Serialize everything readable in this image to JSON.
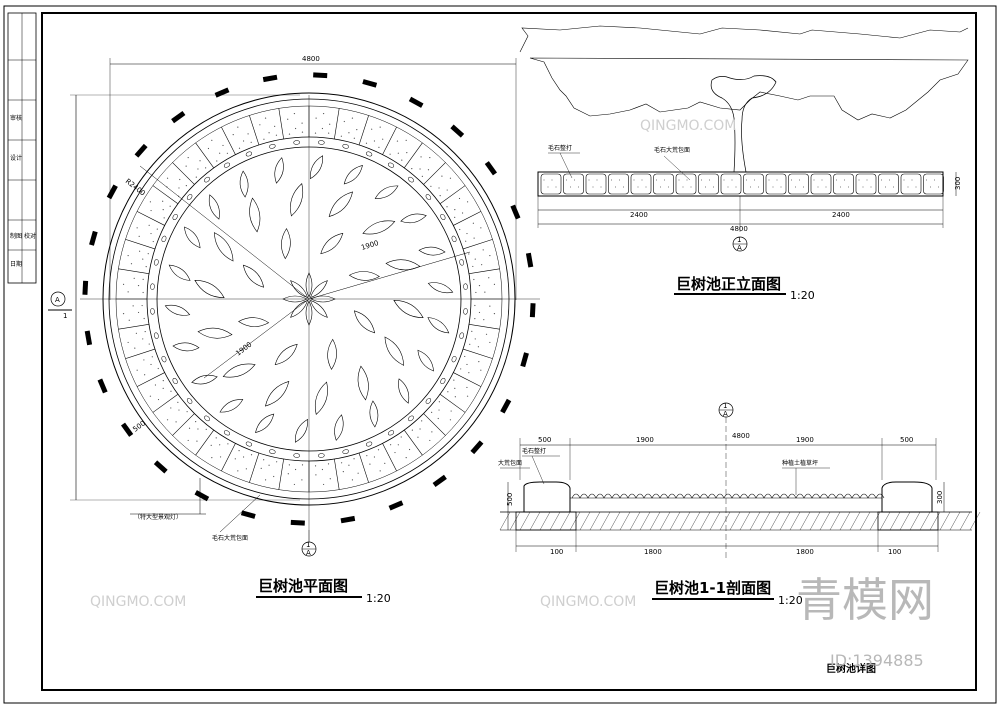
{
  "plan": {
    "title": "巨树池平面图",
    "scale": "1:20",
    "dim_overall": "4800",
    "dim_radius_a": "1900",
    "dim_radius_b": "1900",
    "dim_r2400": "R2400",
    "dim_500": "500",
    "section_mark_top": "1",
    "section_mark_sub": "A",
    "section_mark_left": "A",
    "section_mark_left_num": "1",
    "note_lights": "（特大型景观灯）",
    "note_stone": "毛石大荒包面"
  },
  "elevation": {
    "title": "巨树池正立面图",
    "scale": "1:20",
    "note_left": "毛石整打",
    "note_mid": "毛石大荒包面",
    "dim_left": "2400",
    "dim_right": "2400",
    "dim_total": "4800",
    "dim_height": "300",
    "axis_num": "1",
    "axis_sub": "A"
  },
  "section": {
    "title": "巨树池1-1剖面图",
    "scale": "1:20",
    "top_dims": [
      "500",
      "1900",
      "4800",
      "1900",
      "500"
    ],
    "bottom_dims": [
      "100",
      "1800",
      "1800",
      "100"
    ],
    "note_a": "毛石整打",
    "note_b": "大荒包面",
    "note_soil": "种植土植草坪",
    "dim_500_side": "500",
    "dim_300_side": "300",
    "axis_num": "1",
    "axis_sub": "A"
  },
  "sheet": {
    "footer_title": "巨树池详图",
    "id_text": "ID:1394885",
    "watermark_brand": "青模网",
    "watermark_text": "QINGMO.COM",
    "title_block_labels": [
      "审核",
      "设计",
      "制图",
      "校对",
      "日期"
    ]
  }
}
